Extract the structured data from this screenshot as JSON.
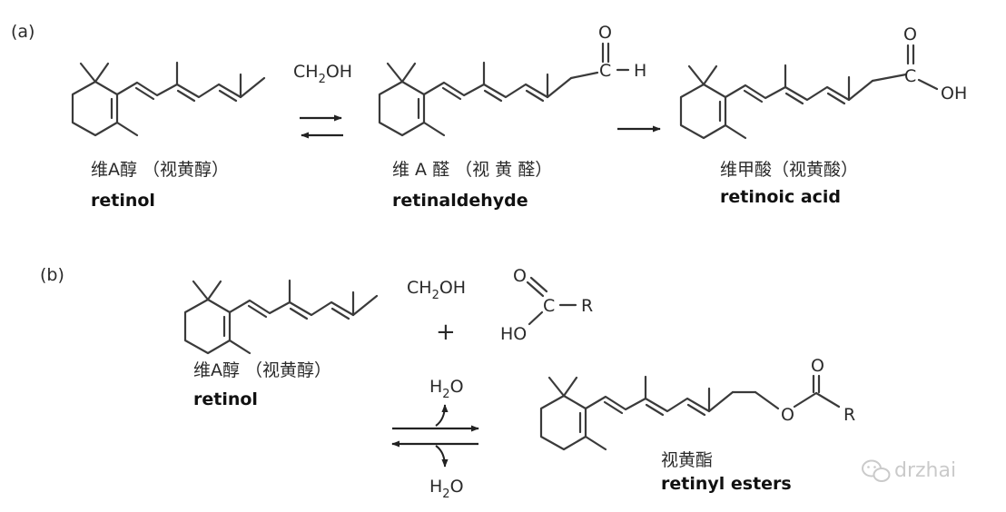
{
  "panel_a": {
    "label": "(a)",
    "retinol": {
      "group": "CH",
      "sub": "2",
      "suffix": "OH",
      "cn": "维A醇 （视黄醇）",
      "en": "retinol"
    },
    "retinaldehyde": {
      "o": "O",
      "c": "C",
      "h": "H",
      "cn": "维 A 醛 （视 黄 醛）",
      "en": "retinaldehyde"
    },
    "retinoic_acid": {
      "o": "O",
      "c": "C",
      "oh": "OH",
      "cn": "维甲酸（视黄酸）",
      "en": "retinoic acid"
    }
  },
  "panel_b": {
    "label": "(b)",
    "retinol": {
      "group": "CH",
      "sub": "2",
      "suffix": "OH",
      "cn": "维A醇 （视黄醇）",
      "en": "retinol"
    },
    "plus": "+",
    "acid": {
      "o": "O",
      "c": "C",
      "r": "R",
      "ho": "HO"
    },
    "water_top": {
      "h": "H",
      "sub": "2",
      "o": "O"
    },
    "water_bottom": {
      "h": "H",
      "sub": "2",
      "o": "O"
    },
    "ester": {
      "o_carbonyl": "O",
      "o_link": "O",
      "r": "R",
      "cn": "视黄酯",
      "en": "retinyl esters"
    }
  },
  "watermark": {
    "text": "drzhai",
    "icon": "wechat-icon"
  }
}
